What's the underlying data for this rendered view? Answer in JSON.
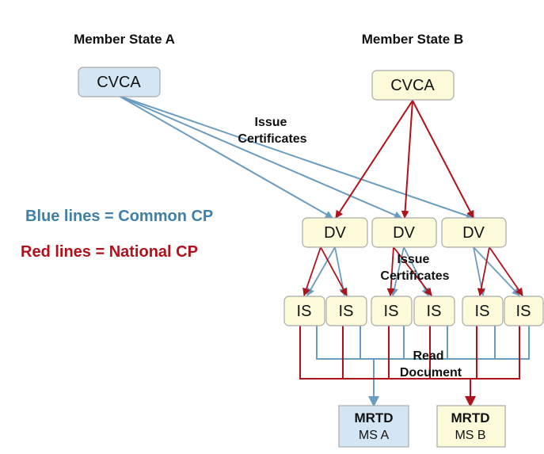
{
  "titles": {
    "member_state_a": "Member State A",
    "member_state_b": "Member State B"
  },
  "legend": {
    "blue": "Blue lines = Common CP",
    "red": "Red lines = National CP"
  },
  "labels": {
    "issue_certificates_top": [
      "Issue",
      "Certificates"
    ],
    "issue_certificates_mid": [
      "Issue",
      "Certificates"
    ],
    "read_document": [
      "Read",
      "Document"
    ]
  },
  "nodes": {
    "cvca_a": "CVCA",
    "cvca_b": "CVCA",
    "dv": [
      "DV",
      "DV",
      "DV"
    ],
    "is": [
      "IS",
      "IS",
      "IS",
      "IS",
      "IS",
      "IS"
    ],
    "mrtd_a": {
      "title": "MRTD",
      "sub": "MS A"
    },
    "mrtd_b": {
      "title": "MRTD",
      "sub": "MS B"
    }
  },
  "colors": {
    "blue_line": "#6a9cbf",
    "red_line": "#b0121c",
    "blue_fill": "#d4e6f4",
    "yellow_fill": "#fdfbd9",
    "node_stroke": "#a9a9a9",
    "legend_blue": "#3f80a8",
    "legend_red": "#b0121c"
  }
}
